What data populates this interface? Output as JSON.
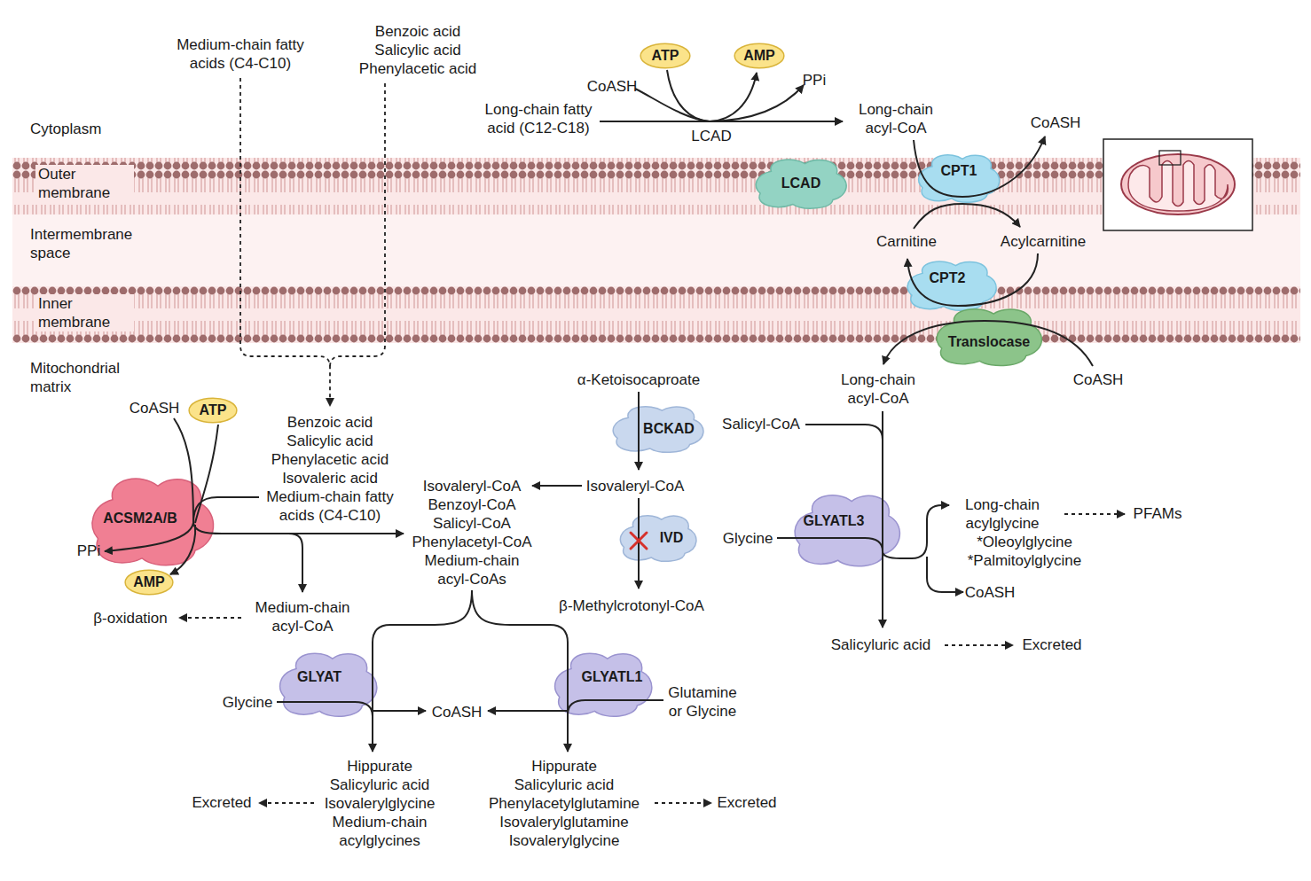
{
  "diagram": {
    "nodes": [
      {
        "text": [
          "ATP"
        ]
      },
      {
        "text": [
          "AMP"
        ]
      },
      {
        "text": [
          "LCAD"
        ]
      },
      {
        "text": [
          "CPT1"
        ]
      },
      {
        "text": [
          "CPT2"
        ]
      },
      {
        "text": [
          "Translocase"
        ]
      },
      {
        "text": [
          "ATP"
        ]
      },
      {
        "text": [
          "ACSM2A/B"
        ]
      },
      {
        "text": [
          "AMP"
        ]
      },
      {
        "text": [
          "BCKAD"
        ]
      },
      {
        "text": [
          "IVD"
        ]
      },
      {
        "text": [
          "GLYAT"
        ]
      },
      {
        "text": [
          "GLYATL1"
        ]
      },
      {
        "text": [
          "GLYATL3"
        ]
      }
    ],
    "labels": [
      "Medium-chain fatty acids (C4-C10)",
      "Benzoic acid",
      "Salicylic acid",
      "Phenylacetic acid",
      "Cytoplasm",
      "Outer membrane",
      "Intermembrane space",
      "Inner membrane",
      "Mitochondrial matrix",
      "CoASH",
      "Long-chain fatty acid (C12-C18)",
      "PPi",
      "LCAD",
      "Long-chain acyl-CoA",
      "CoASH",
      "Carnitine",
      "Acylcarnitine",
      "Long-chain acyl-CoA",
      "CoASH",
      "CoASH",
      "Benzoic acid",
      "Salicylic acid",
      "Phenylacetic acid",
      "Isovaleric acid",
      "Medium-chain fatty acids (C4-C10)",
      "α-Ketoisocaproate",
      "Isovaleryl-CoA",
      "β-Methylcrotonyl-CoA",
      "Isovaleryl-CoA",
      "Benzoyl-CoA",
      "Salicyl-CoA",
      "Phenylacetyl-CoA",
      "Medium-chain acyl-CoAs",
      "PPi",
      "Medium-chain acyl-CoA",
      "β-oxidation",
      "Glycine",
      "CoASH",
      "Glutamine or Glycine",
      "Hippurate",
      "Salicyluric acid",
      "Isovalerylglycine",
      "Medium-chain acylglycines",
      "Excreted",
      "Hippurate",
      "Salicyluric acid",
      "Phenylacetylglutamine",
      "Isovalerylglutamine",
      "Isovalerylglycine",
      "Excreted",
      "Salicyl-CoA",
      "Glycine",
      "Long-chain acylglycine",
      "*Oleoylglycine",
      "*Palmitoylglycine",
      "PFAMs",
      "CoASH",
      "Salicyluric acid",
      "Excreted"
    ]
  }
}
